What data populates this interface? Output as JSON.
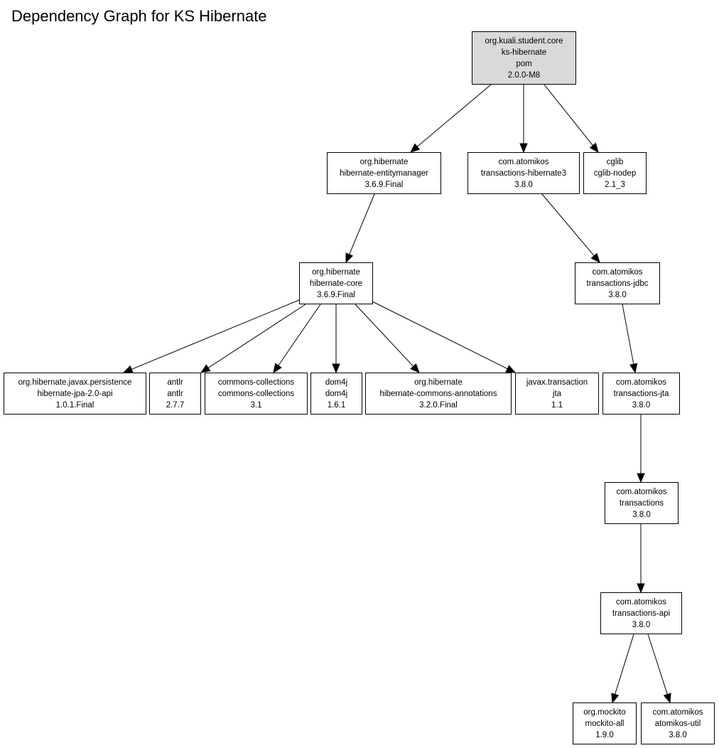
{
  "title": "Dependency Graph for KS Hibernate",
  "colors": {
    "root_fill": "#d9d9d9",
    "node_fill": "#ffffff",
    "stroke": "#000000"
  },
  "nodes": [
    {
      "id": "ks-hibernate",
      "root": true,
      "lines": [
        "org.kuali.student.core",
        "ks-hibernate",
        "pom",
        "2.0.0-M8"
      ]
    },
    {
      "id": "hibernate-entitymanager",
      "lines": [
        "org.hibernate",
        "hibernate-entitymanager",
        "3.6.9.Final"
      ]
    },
    {
      "id": "transactions-hibernate3",
      "lines": [
        "com.atomikos",
        "transactions-hibernate3",
        "3.8.0"
      ]
    },
    {
      "id": "cglib-nodep",
      "lines": [
        "cglib",
        "cglib-nodep",
        "2.1_3"
      ]
    },
    {
      "id": "hibernate-core",
      "lines": [
        "org.hibernate",
        "hibernate-core",
        "3.6.9.Final"
      ]
    },
    {
      "id": "transactions-jdbc",
      "lines": [
        "com.atomikos",
        "transactions-jdbc",
        "3.8.0"
      ]
    },
    {
      "id": "hibernate-jpa",
      "lines": [
        "org.hibernate.javax.persistence",
        "hibernate-jpa-2.0-api",
        "1.0.1.Final"
      ]
    },
    {
      "id": "antlr",
      "lines": [
        "antlr",
        "antlr",
        "2.7.7"
      ]
    },
    {
      "id": "commons-collections",
      "lines": [
        "commons-collections",
        "commons-collections",
        "3.1"
      ]
    },
    {
      "id": "dom4j",
      "lines": [
        "dom4j",
        "dom4j",
        "1.6.1"
      ]
    },
    {
      "id": "hibernate-commons-annotations",
      "lines": [
        "org.hibernate",
        "hibernate-commons-annotations",
        "3.2.0.Final"
      ]
    },
    {
      "id": "jta",
      "lines": [
        "javax.transaction",
        "jta",
        "1.1"
      ]
    },
    {
      "id": "transactions-jta",
      "lines": [
        "com.atomikos",
        "transactions-jta",
        "3.8.0"
      ]
    },
    {
      "id": "transactions",
      "lines": [
        "com.atomikos",
        "transactions",
        "3.8.0"
      ]
    },
    {
      "id": "transactions-api",
      "lines": [
        "com.atomikos",
        "transactions-api",
        "3.8.0"
      ]
    },
    {
      "id": "mockito-all",
      "lines": [
        "org.mockito",
        "mockito-all",
        "1.9.0"
      ]
    },
    {
      "id": "atomikos-util",
      "lines": [
        "com.atomikos",
        "atomikos-util",
        "3.8.0"
      ]
    }
  ],
  "edges": [
    {
      "from": "ks-hibernate",
      "to": "hibernate-entitymanager"
    },
    {
      "from": "ks-hibernate",
      "to": "transactions-hibernate3"
    },
    {
      "from": "ks-hibernate",
      "to": "cglib-nodep"
    },
    {
      "from": "hibernate-entitymanager",
      "to": "hibernate-core"
    },
    {
      "from": "transactions-hibernate3",
      "to": "transactions-jdbc"
    },
    {
      "from": "hibernate-core",
      "to": "hibernate-jpa"
    },
    {
      "from": "hibernate-core",
      "to": "antlr"
    },
    {
      "from": "hibernate-core",
      "to": "commons-collections"
    },
    {
      "from": "hibernate-core",
      "to": "dom4j"
    },
    {
      "from": "hibernate-core",
      "to": "hibernate-commons-annotations"
    },
    {
      "from": "hibernate-core",
      "to": "jta"
    },
    {
      "from": "transactions-jdbc",
      "to": "transactions-jta"
    },
    {
      "from": "transactions-jta",
      "to": "transactions"
    },
    {
      "from": "transactions",
      "to": "transactions-api"
    },
    {
      "from": "transactions-api",
      "to": "mockito-all"
    },
    {
      "from": "transactions-api",
      "to": "atomikos-util"
    }
  ]
}
